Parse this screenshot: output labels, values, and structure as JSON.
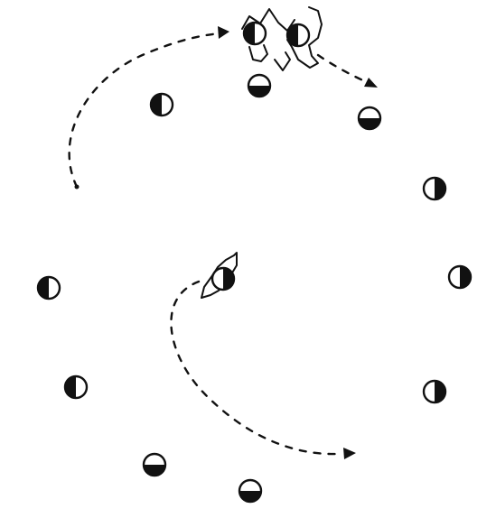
{
  "diagram": {
    "ball_color": "#111111",
    "background_color": "#ffffff",
    "balls": [
      {
        "id": "left-juggler-hand-ball",
        "fill": "left"
      },
      {
        "id": "right-juggler-hand-ball",
        "fill": "left"
      },
      {
        "id": "top-center-ball",
        "fill": "bottom"
      },
      {
        "id": "upper-left-ball",
        "fill": "left"
      },
      {
        "id": "upper-right-ball",
        "fill": "bottom"
      },
      {
        "id": "right-upper-ball",
        "fill": "right"
      },
      {
        "id": "right-middle-ball",
        "fill": "right"
      },
      {
        "id": "right-lower-ball",
        "fill": "right"
      },
      {
        "id": "left-middle-ball",
        "fill": "left"
      },
      {
        "id": "left-lower-ball",
        "fill": "left"
      },
      {
        "id": "bottom-left-ball",
        "fill": "bottom"
      },
      {
        "id": "bottom-center-ball",
        "fill": "bottom"
      },
      {
        "id": "center-ball",
        "fill": "right"
      }
    ],
    "arrows": [
      {
        "id": "upper-left-curved-arrow"
      },
      {
        "id": "upper-right-short-arrow"
      },
      {
        "id": "lower-center-curved-arrow"
      }
    ],
    "icons": [
      "juggler-hands-icon",
      "center-hand-icon"
    ]
  }
}
